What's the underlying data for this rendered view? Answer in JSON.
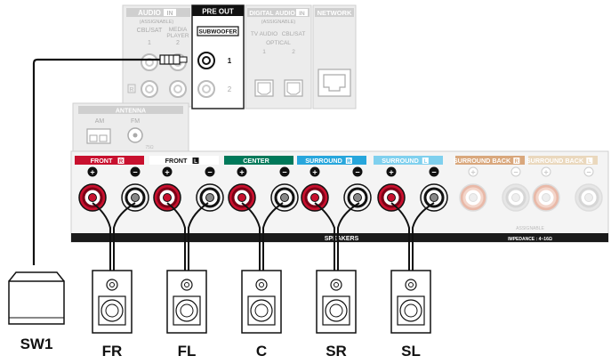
{
  "top_panels": {
    "audio_in_title": "AUDIO",
    "audio_in_badge": "IN",
    "audio_in_sub": "(ASSIGNABLE)",
    "cbl_sat": "CBL/SAT",
    "media": "MEDIA",
    "player": "PLAYER",
    "num1": "1",
    "num2": "2",
    "r_mark": "R",
    "pre_out_title": "PRE OUT",
    "subwoofer": "SUBWOOFER",
    "sub1": "1",
    "sub2": "2",
    "digital_title": "DIGITAL AUDIO",
    "digital_badge": "IN",
    "digital_sub": "(ASSIGNABLE)",
    "tv_audio": "TV AUDIO",
    "cbl_sat2": "CBL/SAT",
    "optical": "OPTICAL",
    "opt1": "1",
    "opt2": "2",
    "network": "NETWORK"
  },
  "antenna": {
    "title": "ANTENNA",
    "am": "AM",
    "fm": "FM",
    "ohm": "75Ω"
  },
  "speaker_panel": {
    "groups": [
      {
        "label": "FRONT",
        "badge": "R",
        "color": "#c8102e"
      },
      {
        "label": "FRONT",
        "badge": "L",
        "color": "#111111"
      },
      {
        "label": "CENTER",
        "badge": "",
        "color": "#00795a"
      },
      {
        "label": "SURROUND",
        "badge": "R",
        "color": "#27a6dc"
      },
      {
        "label": "SURROUND",
        "badge": "L",
        "color": "#7fd0ee"
      },
      {
        "label": "SURROUND BACK",
        "badge": "R",
        "color": "#d9a77c"
      },
      {
        "label": "SURROUND BACK",
        "badge": "L",
        "color": "#ead8bd"
      }
    ],
    "speakers_label": "SPEAKERS",
    "assignable": "ASSIGNABLE",
    "impedance": "IMPEDANCE : 4~16Ω"
  },
  "bottom_labels": [
    "SW1",
    "FR",
    "FL",
    "C",
    "SR",
    "SL"
  ],
  "colors": {
    "red_terminal": "#c8102e",
    "grey_panel": "#d9d9d9",
    "black_bar": "#1a1a1a"
  }
}
